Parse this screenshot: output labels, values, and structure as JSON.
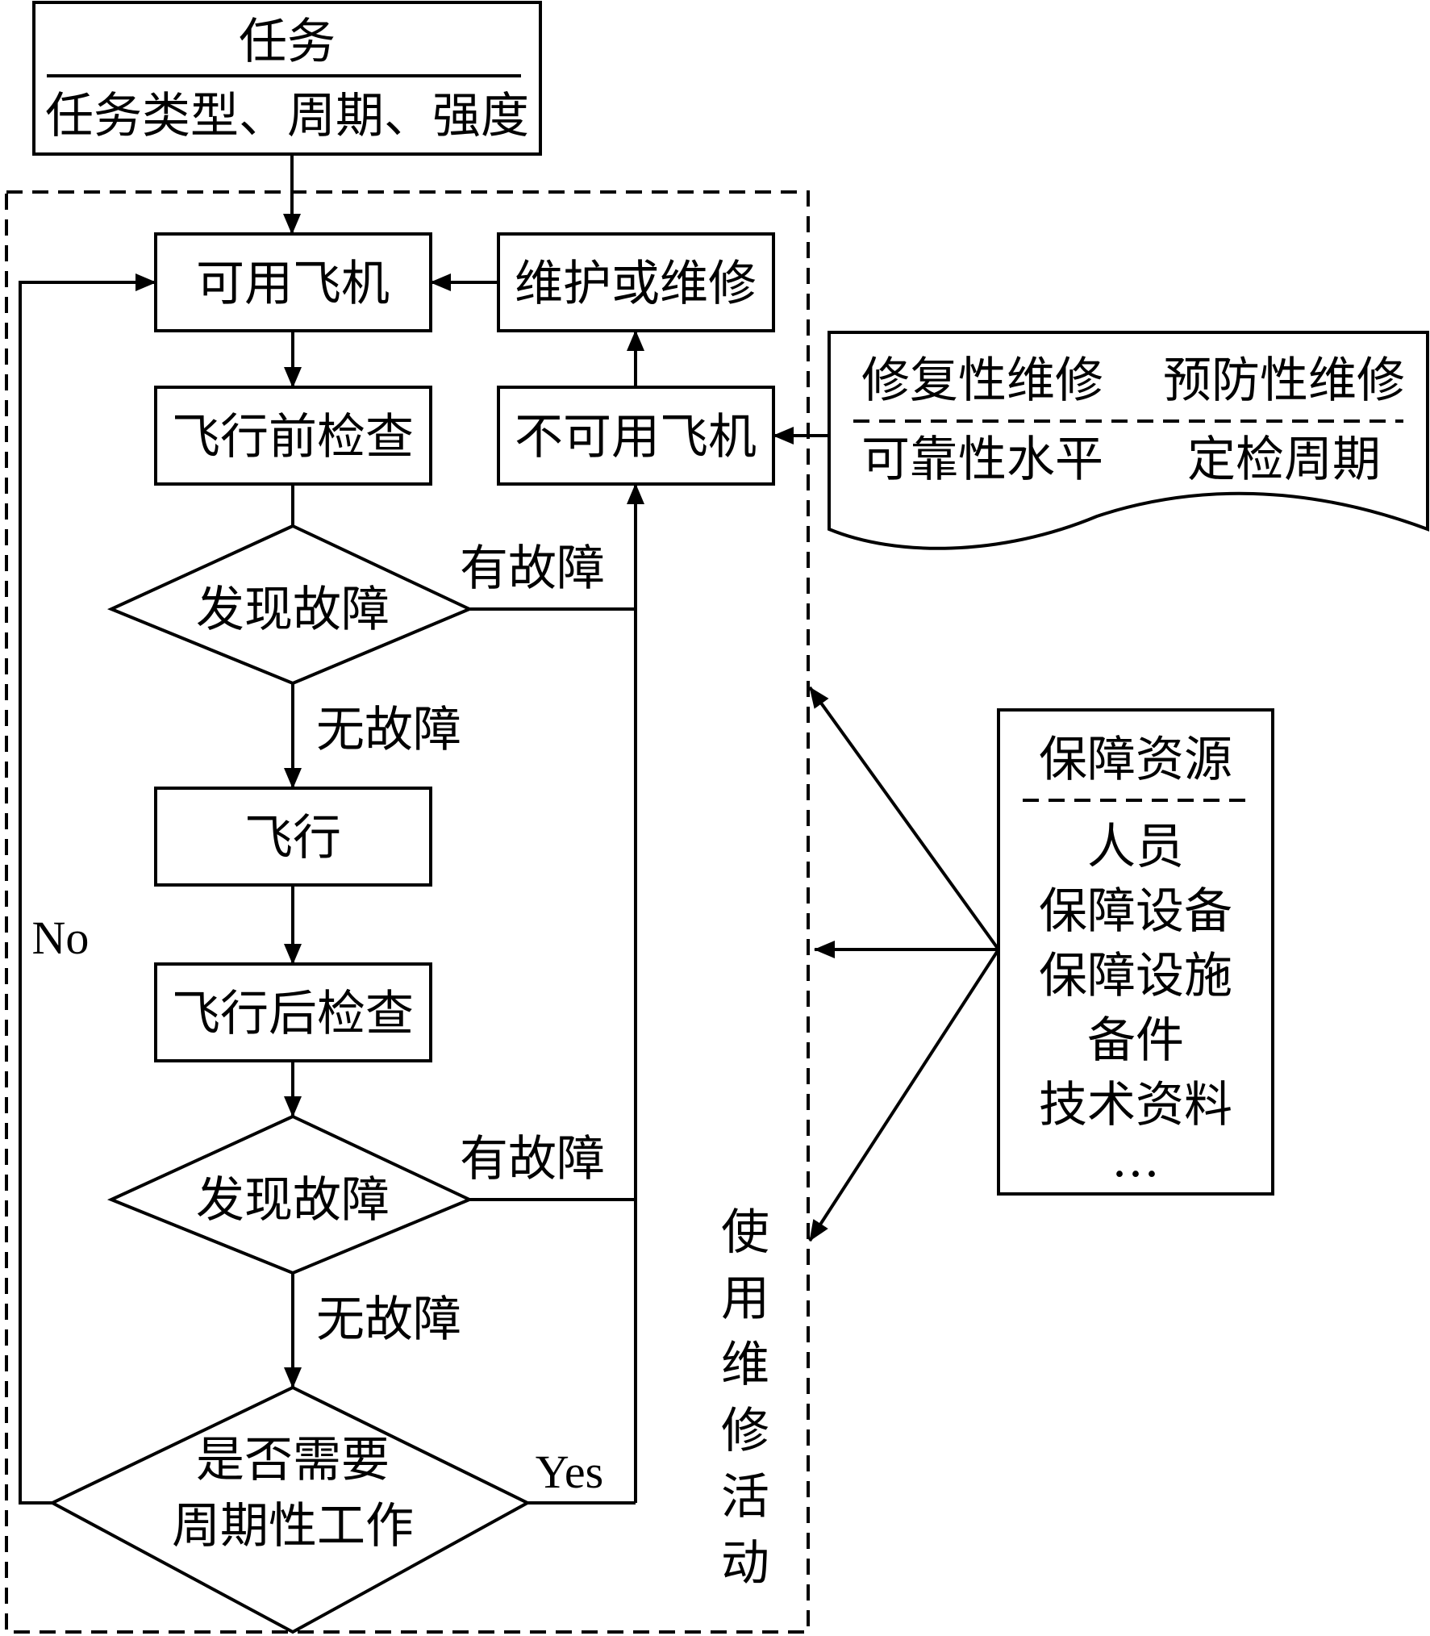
{
  "task": {
    "title": "任务",
    "detail": "任务类型、周期、强度"
  },
  "nodes": {
    "available_aircraft": "可用飞机",
    "preflight_check": "飞行前检查",
    "fault_check_1": "发现故障",
    "flight": "飞行",
    "postflight_check": "飞行后检查",
    "fault_check_2": "发现故障",
    "periodic_work_line1": "是否需要",
    "periodic_work_line2": "周期性工作",
    "maintenance": "维护或维修",
    "unavailable_aircraft": "不可用飞机"
  },
  "edges": {
    "has_fault_1": "有故障",
    "no_fault_1": "无故障",
    "has_fault_2": "有故障",
    "no_fault_2": "无故障",
    "no": "No",
    "yes": "Yes"
  },
  "region_label": [
    "使",
    "用",
    "维",
    "修",
    "活",
    "动"
  ],
  "maintenance_doc": {
    "corrective": "修复性维修",
    "preventive": "预防性维修",
    "reliability": "可靠性水平",
    "inspection": "定检周期"
  },
  "support": {
    "title": "保障资源",
    "items": [
      "人员",
      "保障设备",
      "保障设施",
      "备件",
      "技术资料",
      "…"
    ]
  }
}
